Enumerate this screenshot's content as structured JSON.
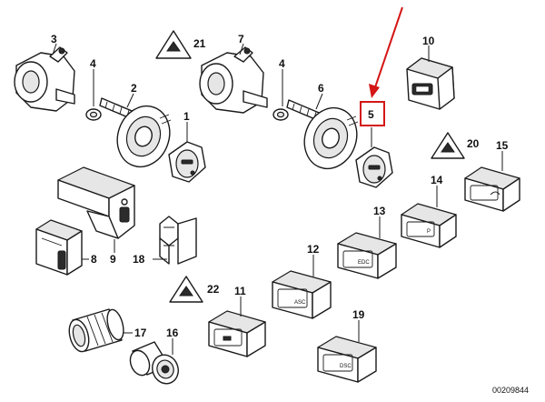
{
  "callouts": {
    "c1": "1",
    "c2": "2",
    "c3": "3",
    "c4a": "4",
    "c4b": "4",
    "c5": "5",
    "c6": "6",
    "c7": "7",
    "c8": "8",
    "c9": "9",
    "c10": "10",
    "c11": "11",
    "c12": "12",
    "c13": "13",
    "c14": "14",
    "c15": "15",
    "c16": "16",
    "c17": "17",
    "c18": "18",
    "c19": "19",
    "c20": "20",
    "c21": "21",
    "c22": "22"
  },
  "switch_labels": {
    "asc": "ASC",
    "edc": "EDC",
    "dsc": "DSC",
    "p": "P"
  },
  "diagram_number": "00209844",
  "colors": {
    "highlight": "#d41616",
    "line": "#1a1a1a"
  }
}
